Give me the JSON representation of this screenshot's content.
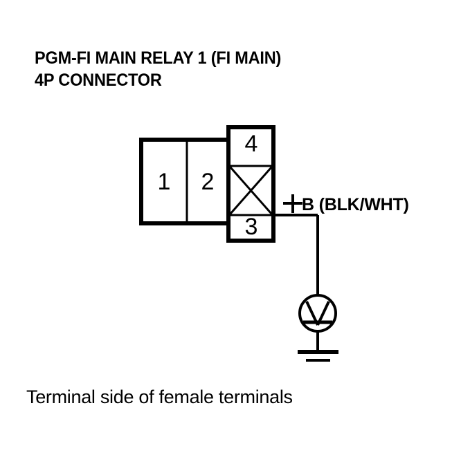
{
  "title": {
    "line1": "PGM-FI MAIN RELAY 1 (FI MAIN)",
    "line2": "4P CONNECTOR"
  },
  "connector": {
    "left_cells": [
      {
        "number": "1"
      },
      {
        "number": "2"
      }
    ],
    "right_cells": [
      {
        "number": "4",
        "type": "numbered"
      },
      {
        "number": "",
        "type": "crossed"
      },
      {
        "number": "3",
        "type": "numbered"
      }
    ]
  },
  "terminal_label": {
    "plus_symbol": "+",
    "text": "B (BLK/WHT)"
  },
  "meter": {
    "symbol": "V",
    "name": "voltmeter"
  },
  "caption": "Terminal side of female terminals",
  "colors": {
    "line": "#000000",
    "background": "#ffffff"
  }
}
